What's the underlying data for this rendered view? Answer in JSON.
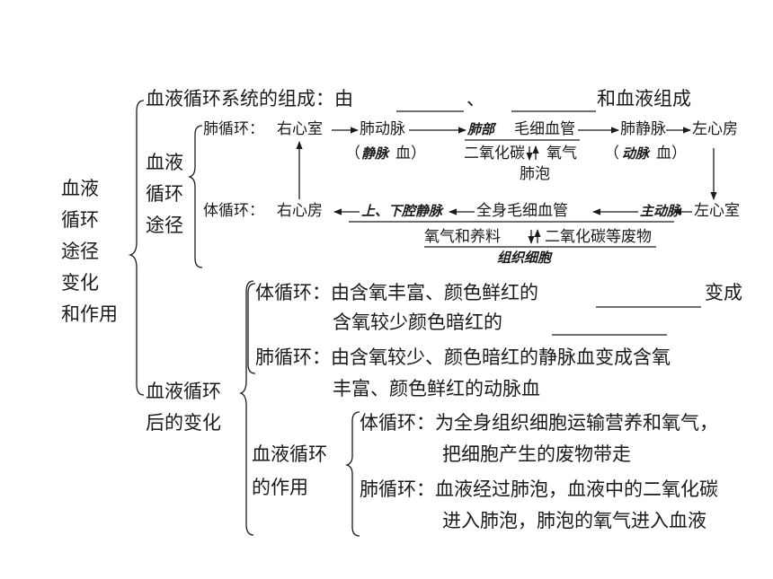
{
  "left_title": [
    "血液",
    "循环",
    "途径",
    "变化",
    "和作用"
  ],
  "composition": {
    "prefix": "血液循环系统的组成：由",
    "separator": "、",
    "suffix": "和血液组成"
  },
  "pathway": {
    "label_lines": [
      "血液",
      "循环",
      "途径"
    ]
  },
  "pulmonary": {
    "label": "肺循环：",
    "right_ventricle": "右心室",
    "pulmonary_artery": "肺动脉",
    "capillaries_bold": "肺部",
    "capillaries_rest": "毛细血管",
    "pulmonary_vein": "肺静脉",
    "left_atrium": "左心房",
    "venous_note_open": "（",
    "venous_note_bold": "静脉",
    "venous_note_rest": "血）",
    "arterial_note_open": "（",
    "arterial_note_bold": "动脉",
    "arterial_note_rest": "血）",
    "exchange_left": "二氧化碳",
    "exchange_right": "氧气",
    "alveoli": "肺泡"
  },
  "systemic": {
    "label": "体循环：",
    "right_atrium": "右心房",
    "vena_cava": "上、下腔静脉",
    "capillaries": "全身毛细血管",
    "aorta": "主动脉",
    "left_ventricle": "左心室",
    "exchange_left": "氧气和养料",
    "exchange_right": "二氧化碳等废物",
    "tissue_cells": "组织细胞"
  },
  "after_change": {
    "label_line1": "血液循环",
    "label_line2": "后的变化",
    "systemic_label": "体循环：",
    "systemic_text1": "由含氧丰富、颜色鲜红的",
    "systemic_text1_end": "变成",
    "systemic_text2": "含氧较少颜色暗红的",
    "pulmonary_label": "肺循环：",
    "pulmonary_text1": "由含氧较少、颜色暗红的静脉血变成含氧",
    "pulmonary_text2": "丰富、颜色鲜红的动脉血"
  },
  "function": {
    "label_line1": "血液循环",
    "label_line2": "的作用",
    "systemic_label": "体循环：",
    "systemic_text1": "为全身组织细胞运输营养和氧气，",
    "systemic_text2": "把细胞产生的废物带走",
    "pulmonary_label": "肺循环：",
    "pulmonary_text1": "血液经过肺泡，血液中的二氧化碳",
    "pulmonary_text2": "进入肺泡，肺泡的氧气进入血液"
  }
}
